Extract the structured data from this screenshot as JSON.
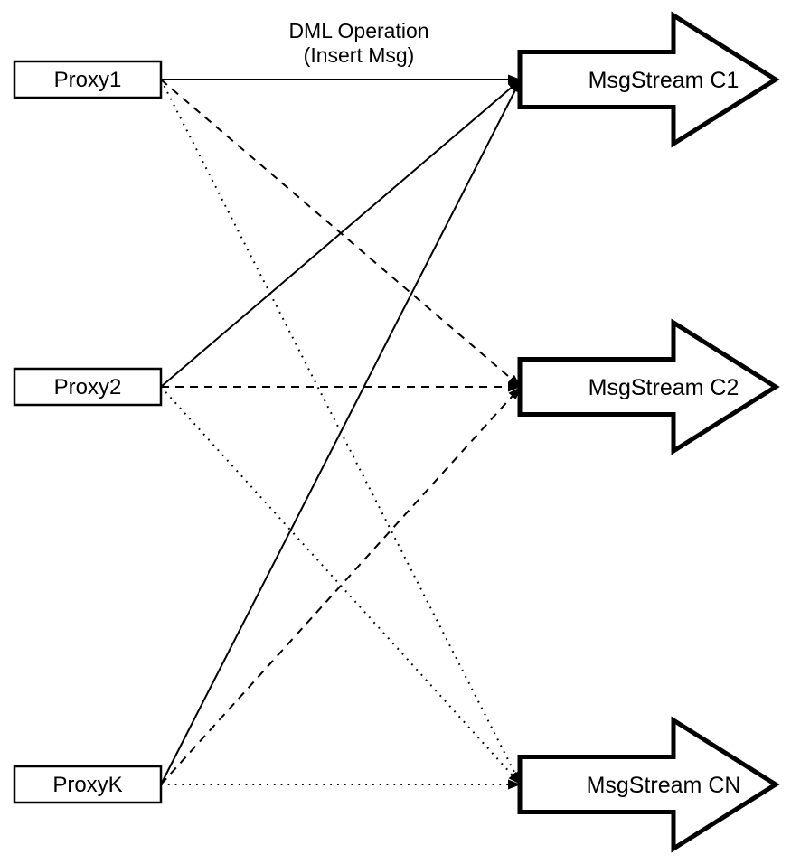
{
  "diagram": {
    "title": {
      "line1": "DML Operation",
      "line2": "(Insert Msg)"
    },
    "proxies": [
      {
        "id": "proxy1",
        "label": "Proxy1"
      },
      {
        "id": "proxy2",
        "label": "Proxy2"
      },
      {
        "id": "proxyk",
        "label": "ProxyK"
      }
    ],
    "streams": [
      {
        "id": "c1",
        "label": "MsgStream C1"
      },
      {
        "id": "c2",
        "label": "MsgStream C2"
      },
      {
        "id": "cn",
        "label": "MsgStream CN"
      }
    ],
    "edges": [
      {
        "from": "proxy1",
        "to": "c1",
        "style": "solid"
      },
      {
        "from": "proxy2",
        "to": "c1",
        "style": "solid"
      },
      {
        "from": "proxyk",
        "to": "c1",
        "style": "solid"
      },
      {
        "from": "proxy1",
        "to": "c2",
        "style": "dashed"
      },
      {
        "from": "proxy2",
        "to": "c2",
        "style": "dashed"
      },
      {
        "from": "proxyk",
        "to": "c2",
        "style": "dashed"
      },
      {
        "from": "proxy1",
        "to": "cn",
        "style": "dotted"
      },
      {
        "from": "proxy2",
        "to": "cn",
        "style": "dotted"
      },
      {
        "from": "proxyk",
        "to": "cn",
        "style": "dotted"
      }
    ],
    "colors": {
      "stroke": "#000000",
      "fill": "#ffffff",
      "background": "#ffffff"
    }
  }
}
